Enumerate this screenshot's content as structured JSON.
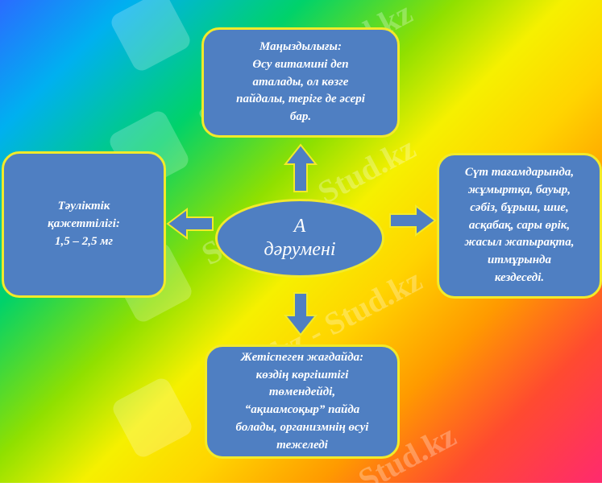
{
  "watermark": "Stud.kz",
  "watermark_long": "Stud.kz - Stud.kz",
  "center": {
    "line1": "А",
    "line2": "дәрумені"
  },
  "top_box": {
    "line1": "Маңыздылығы:",
    "line2": "Өсу витамині деп",
    "line3": "аталады, ол көзге",
    "line4": "пайдалы, теріге де әсері",
    "line5": "бар."
  },
  "left_box": {
    "line1": "Тәуліктік",
    "line2": "қажеттілігі:",
    "line3": "1,5 – 2,5 мг"
  },
  "right_box": {
    "line1": "Сүт тағамдарында,",
    "line2": "жұмыртқа, бауыр,",
    "line3": "сәбіз, бұрыш, шие,",
    "line4": "асқабақ, сары өрік,",
    "line5": "жасыл жапырақта,",
    "line6": "итмұрында",
    "line7": "кездеседі."
  },
  "bottom_box": {
    "line1": "Жетіспеген жағдайда:",
    "line2": "көздің көргіштігі",
    "line3": "төмендейді,",
    "line4": "“ақшамсоқыр” пайда",
    "line5": "болады, организмнің өсуі",
    "line6": "тежеледі"
  },
  "colors": {
    "box_fill": "#4f7fc2",
    "box_border": "#f2ea2a",
    "arrow_fill": "#4f7fc2",
    "text": "#ffffff"
  }
}
